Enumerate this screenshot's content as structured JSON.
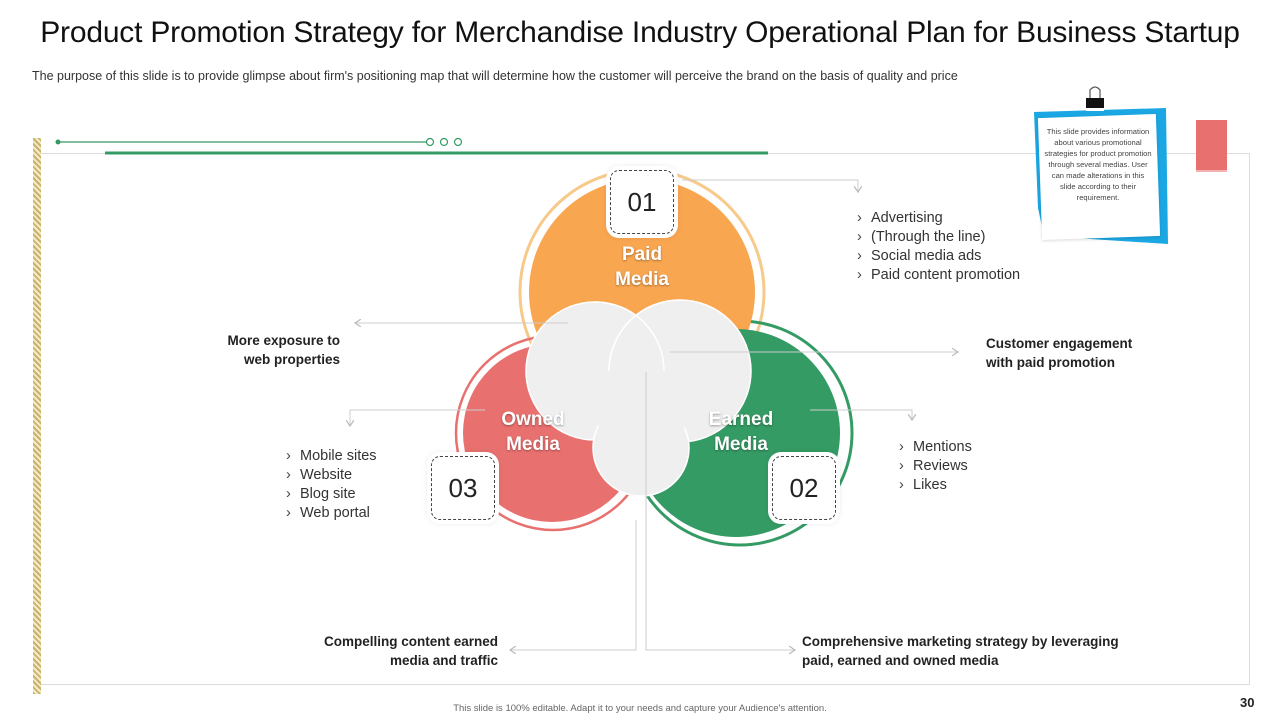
{
  "header": {
    "title": "Product Promotion Strategy for Merchandise Industry Operational Plan for Business Startup",
    "subtitle": "The purpose of this slide is to provide glimpse about firm's positioning map that will determine how the customer will perceive the brand on the basis of quality and price"
  },
  "note": {
    "text": "This slide provides information about various promotional strategies for product promotion through several medias. User can made alterations in this slide according to their requirement."
  },
  "venn": {
    "paid": {
      "number": "01",
      "label_line1": "Paid",
      "label_line2": "Media",
      "color": "#f9a651"
    },
    "earned": {
      "number": "02",
      "label_line1": "Earned",
      "label_line2": "Media",
      "color": "#359b64"
    },
    "owned": {
      "number": "03",
      "label_line1": "Owned",
      "label_line2": "Media",
      "color": "#e8716f"
    }
  },
  "bullets": {
    "paid": [
      "Advertising",
      "(Through the line)",
      "Social media ads",
      "Paid content promotion"
    ],
    "earned": [
      "Mentions",
      "Reviews",
      "Likes"
    ],
    "owned": [
      "Mobile sites",
      "Website",
      "Blog site",
      "Web portal"
    ]
  },
  "callouts": {
    "exposure_line1": "More exposure to",
    "exposure_line2": "web properties",
    "engagement_line1": "Customer engagement",
    "engagement_line2": "with paid promotion",
    "compelling_line1": "Compelling content earned",
    "compelling_line2": "media and traffic",
    "comprehensive_line1": "Comprehensive marketing strategy by leveraging",
    "comprehensive_line2": "paid, earned and owned media"
  },
  "footer": {
    "text": "This slide is 100% editable. Adapt it to your needs and capture your Audience's attention.",
    "page_number": "30"
  }
}
